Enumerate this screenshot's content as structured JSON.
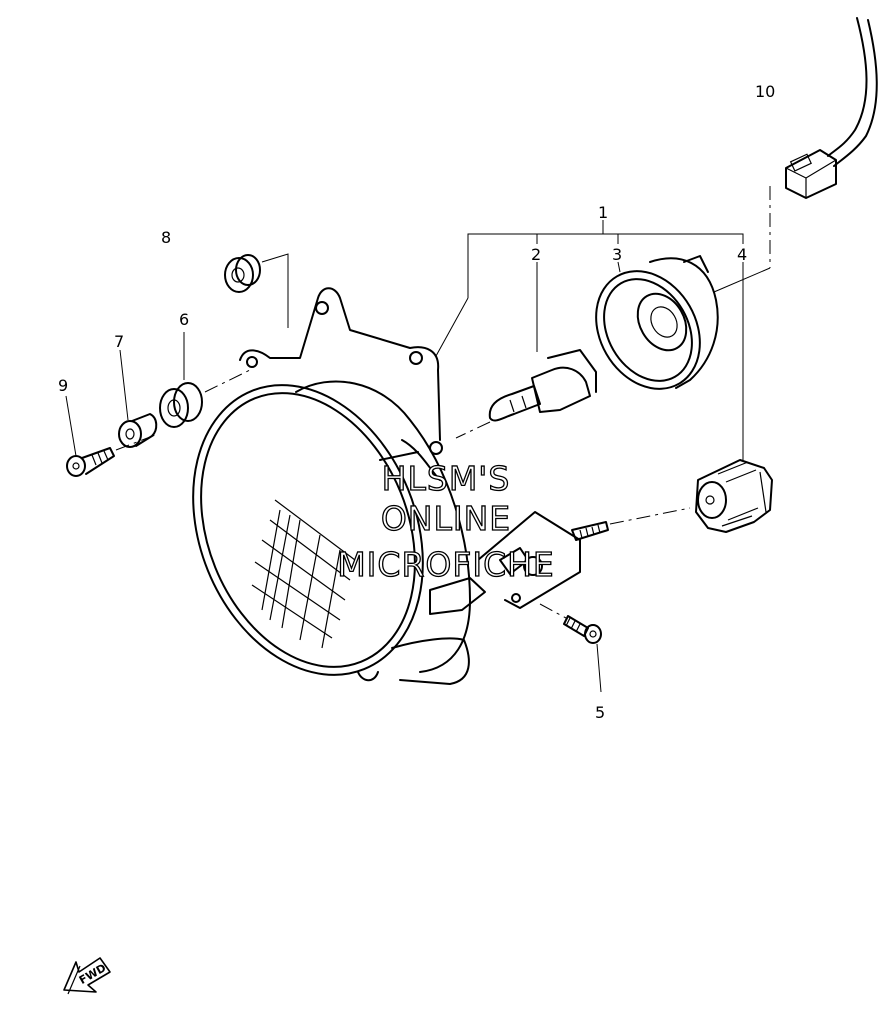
{
  "diagram": {
    "callouts": [
      "1",
      "2",
      "3",
      "4",
      "5",
      "6",
      "7",
      "8",
      "9",
      "10"
    ],
    "watermark": [
      "HLSM'S",
      "ONLINE",
      "MICROFICHE"
    ],
    "direction_label": "FWD"
  }
}
